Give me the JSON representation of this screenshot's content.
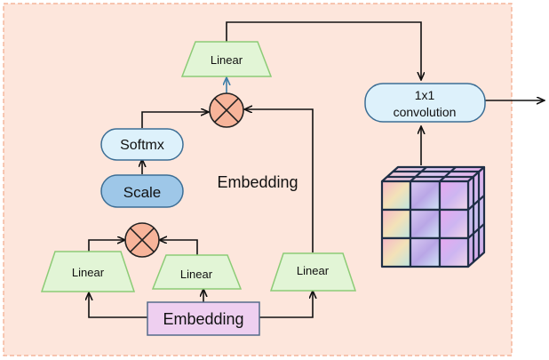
{
  "diagram": {
    "colors": {
      "panel_fill": "#FDE6DC",
      "panel_border": "#F2A98A",
      "linear_fill": "#E2F5D6",
      "linear_stroke": "#8CCB76",
      "softmax_fill": "#DDF1FB",
      "scale_fill": "#9EC7E8",
      "rounded_stroke": "#3C6E95",
      "embedding_fill": "#EECFF0",
      "embedding_stroke": "#556B8A",
      "multiply_fill": "#F7B49A",
      "conv_fill": "#DDF1FB",
      "arrow": "#111111"
    },
    "nodes": {
      "linear_top": "Linear",
      "linear_left": "Linear",
      "linear_mid": "Linear",
      "linear_right": "Linear",
      "softmax": "Softmx",
      "scale": "Scale",
      "embedding_box": "Embedding",
      "embedding_text": "Embedding",
      "conv_line1": "1x1",
      "conv_line2": "convolution"
    },
    "icons": {
      "multiply_top": "multiply-circle-icon",
      "multiply_bottom": "multiply-circle-icon",
      "feature_cube": "feature-cube-icon"
    }
  }
}
